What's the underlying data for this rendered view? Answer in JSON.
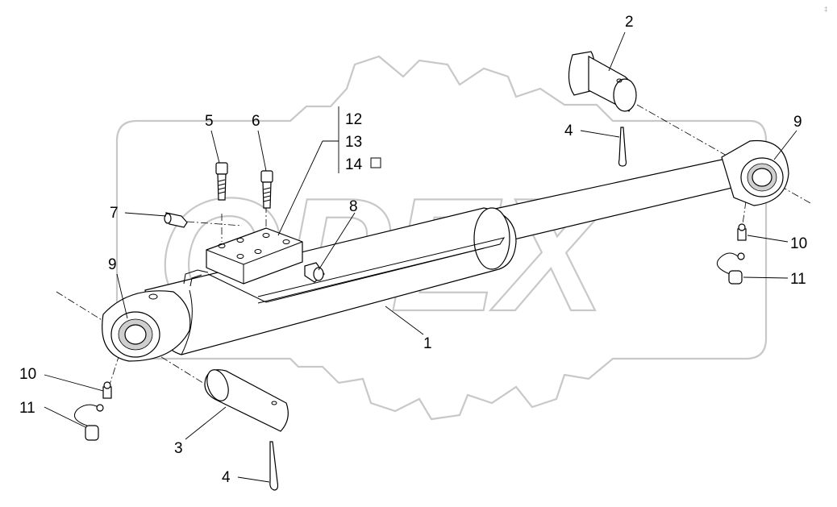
{
  "diagram": {
    "callouts": {
      "c1": "1",
      "c2": "2",
      "c3": "3",
      "c4_upper": "4",
      "c4_lower": "4",
      "c5": "5",
      "c6": "6",
      "c7": "7",
      "c8": "8",
      "c9_right": "9",
      "c9_left": "9",
      "c10_right": "10",
      "c10_left": "10",
      "c11_right": "11",
      "c11_left": "11",
      "c12": "12",
      "c13": "13",
      "c14": "14"
    },
    "watermark": {
      "text": "OPEX",
      "color": "#c8c8c8"
    },
    "corner_mark": "‡"
  }
}
